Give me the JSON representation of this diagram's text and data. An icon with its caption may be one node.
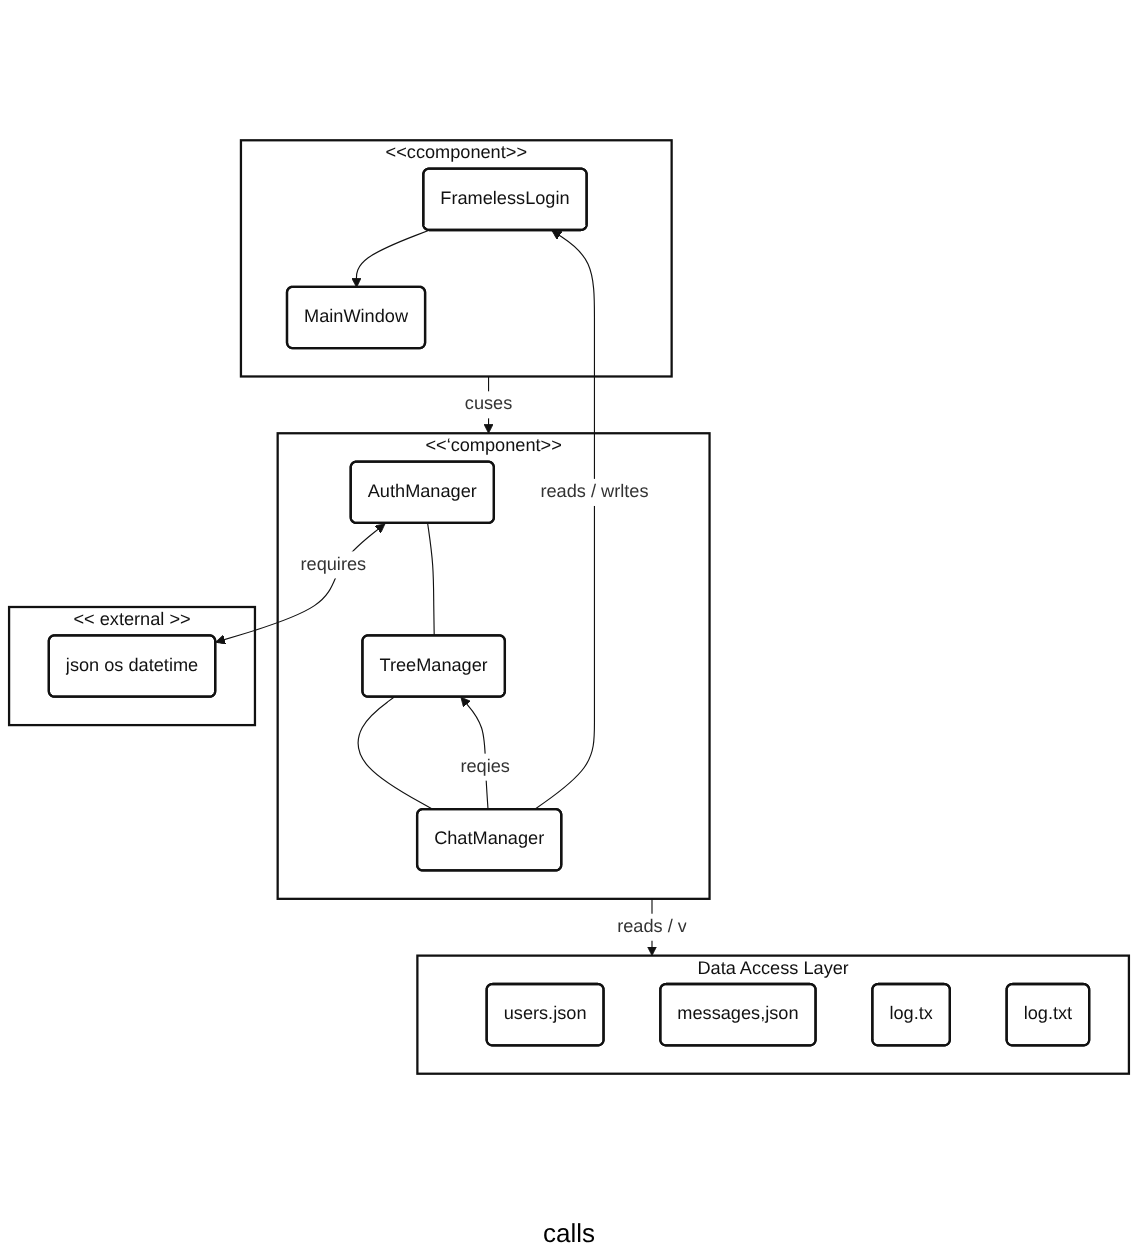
{
  "diagram": {
    "nodes": [
      {
        "text": [
          "<<ccomponent>>"
        ]
      },
      {
        "text": [
          "FramelessLogin"
        ],
        "in": 0
      },
      {
        "text": [
          "MainWindow"
        ],
        "in": 0
      },
      {
        "text": [
          "<<‘component>>"
        ]
      },
      {
        "text": [
          "AuthManager"
        ],
        "in": 3
      },
      {
        "text": [
          "TreeManager"
        ],
        "in": 3
      },
      {
        "text": [
          "ChatManager"
        ],
        "in": 3
      },
      {
        "text": [
          "<< external >>"
        ]
      },
      {
        "text": [
          "json os datetime"
        ],
        "in": 7
      },
      {
        "text": [
          "Data Access Layer"
        ]
      },
      {
        "text": [
          "users.json"
        ],
        "in": 9
      },
      {
        "text": [
          "messages,json"
        ],
        "in": 9
      },
      {
        "text": [
          "log.tx"
        ],
        "in": 9
      },
      {
        "text": [
          "log.txt"
        ],
        "in": 9
      }
    ],
    "edges": [
      {
        "from": 1,
        "to": 2,
        "arrow": "to"
      },
      {
        "from": 0,
        "to": 3,
        "arrow": "to",
        "label": "cuses"
      },
      {
        "from": 4,
        "to": 8,
        "arrow": "both",
        "label": "requires"
      },
      {
        "from": 4,
        "to": 5,
        "arrow": "none"
      },
      {
        "from": 5,
        "to": 6,
        "arrow": "none"
      },
      {
        "from": 6,
        "to": 5,
        "arrow": "to",
        "label": "reqies"
      },
      {
        "from": 6,
        "to": 1,
        "arrow": "to",
        "label": "reads / wrltes"
      },
      {
        "from": 3,
        "to": 9,
        "arrow": "to",
        "label": "reads / v"
      }
    ],
    "labels": [
      "calls"
    ]
  }
}
